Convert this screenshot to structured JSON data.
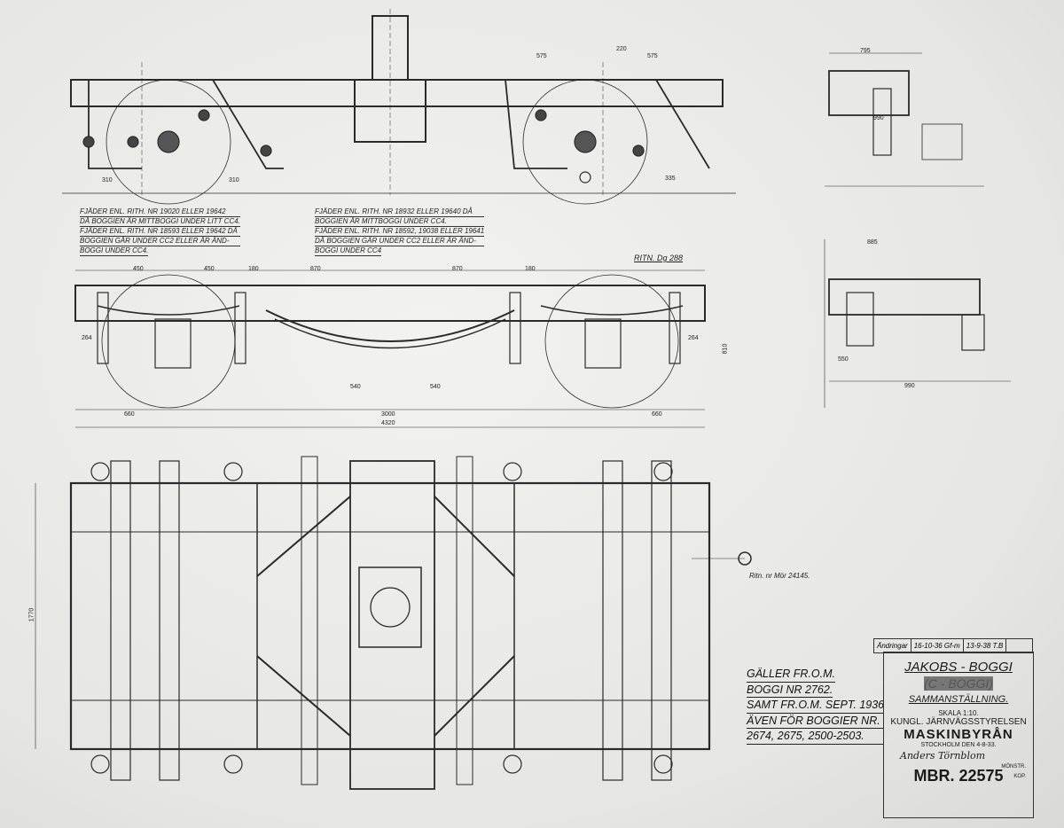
{
  "notes": {
    "left": [
      "FJÄDER ENL. RITH. NR 19020 ELLER 19642",
      "DÅ BOGGIEN ÄR MITTBOGGI UNDER LITT CC4.",
      "FJÄDER ENL. RITH. NR 18593 ELLER 19642 DÅ",
      "BOGGIEN GÅR UNDER CC2 ELLER ÄR ÄND-",
      "BOGGI UNDER CC4."
    ],
    "right": [
      "FJÄDER ENL. RITH. NR 18932 ELLER 19640 DÅ",
      "BOGGIEN ÄR MITTBOGGI UNDER CC4.",
      "FJÄDER ENL. RITH. NR 18592, 19038 ELLER 19641",
      "DÅ BOGGIEN GÅR UNDER CC2 ELLER ÄR ÄND-",
      "BOGGI UNDER CC4"
    ]
  },
  "validity": [
    "GÄLLER FR.O.M.",
    "BOGGI NR 2762.",
    "SAMT FR.O.M. SEPT. 1936",
    "ÄVEN FÖR BOGGIER NR.",
    "2674, 2675, 2500-2503."
  ],
  "refs": {
    "ritn_dg": "RITN. Dg 288",
    "ritn_mor": "Ritn. nr Mör 24145."
  },
  "title_block": {
    "changes_label": "Ändringar",
    "change1": "16-10-36 Gf-m",
    "change2": "13-9-38 T.B",
    "title": "JAKOBS - BOGGI",
    "subtitle": "(C - BOGGI)",
    "heading": "SAMMANSTÄLLNING.",
    "scale": "SKALA 1:10.",
    "org": "KUNGL. JÄRNVÄGSSTYRELSEN",
    "dept": "MASKINBYRÅN",
    "place_date": "STOCKHOLM DEN 4-8-33.",
    "signature": "Anders Törnblom",
    "monster": "MÖNSTR.",
    "kop": "KOP.",
    "drawing_no": "MBR. 22575"
  },
  "dimensions": {
    "d3000": "3000",
    "d4320": "4320",
    "d660a": "660",
    "d660b": "660",
    "d450a": "450",
    "d450b": "450",
    "d870a": "870",
    "d870b": "870",
    "d180a": "180",
    "d180b": "180",
    "d540a": "540",
    "d540b": "540",
    "d575a": "575",
    "d575b": "575",
    "d220": "220",
    "d310a": "310",
    "d310b": "310",
    "d335": "335",
    "d795": "795",
    "d990": "990",
    "d885": "885",
    "d550": "550",
    "d990b": "990",
    "d1770": "1770",
    "d264a": "264",
    "d264b": "264",
    "d810": "810"
  }
}
